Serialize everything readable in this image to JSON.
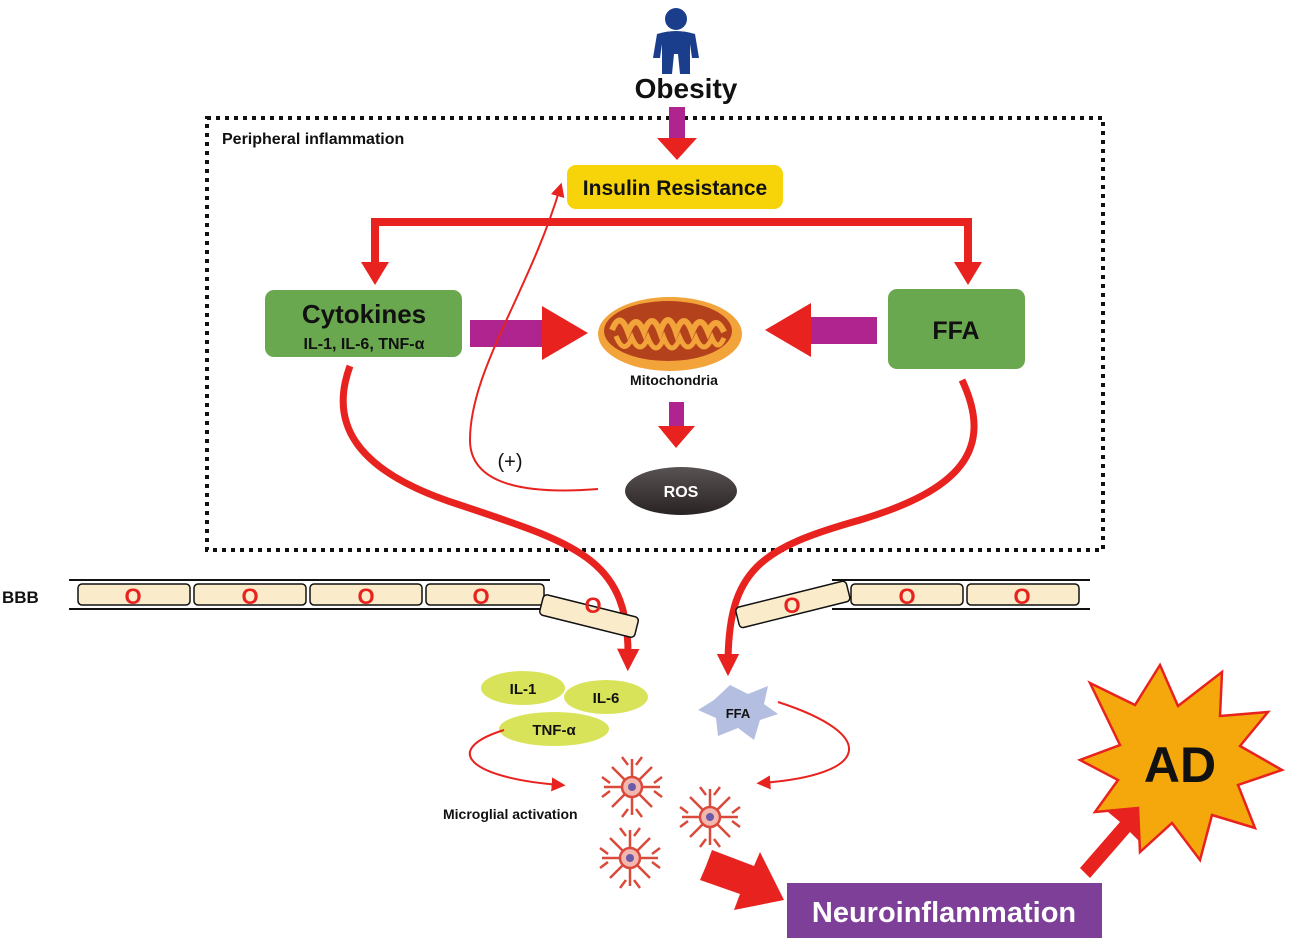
{
  "labels": {
    "obesity": "Obesity",
    "peripheral_inflammation": "Peripheral inflammation",
    "insulin_resistance": "Insulin Resistance",
    "cytokines_title": "Cytokines",
    "cytokines_sub": "IL-1, IL-6, TNF-α",
    "ffa_box": "FFA",
    "mitochondria": "Mitochondria",
    "ros": "ROS",
    "positive_feedback": "(+)",
    "bbb": "BBB",
    "il1": "IL-1",
    "il6": "IL-6",
    "tnf": "TNF-α",
    "ffa_star": "FFA",
    "microglial_activation": "Microglial activation",
    "neuroinflammation": "Neuroinflammation",
    "ad": "AD",
    "junction_mark": "O"
  },
  "colors": {
    "red_arrow": "#e8231f",
    "magenta_arrow": "#b0248f",
    "insulin_box": "#f7d40a",
    "green_box": "#6aa84f",
    "ros_fill": "#3d3536",
    "bbb_cell": "#faeccb",
    "cytokine_ellipse": "#d8e35a",
    "ffa_star": "#b4bee0",
    "neuro_box": "#7e3f98",
    "ad_burst": "#f5a80c",
    "person": "#1b3e8c",
    "mito_outer": "#f2a33a",
    "mito_inner": "#b3421c",
    "microglia": "#d94a3b"
  },
  "icons": {
    "person": "person-icon",
    "mitochondria": "mitochondria-icon",
    "microglia": "microglia-icon",
    "burst": "burst-icon"
  }
}
